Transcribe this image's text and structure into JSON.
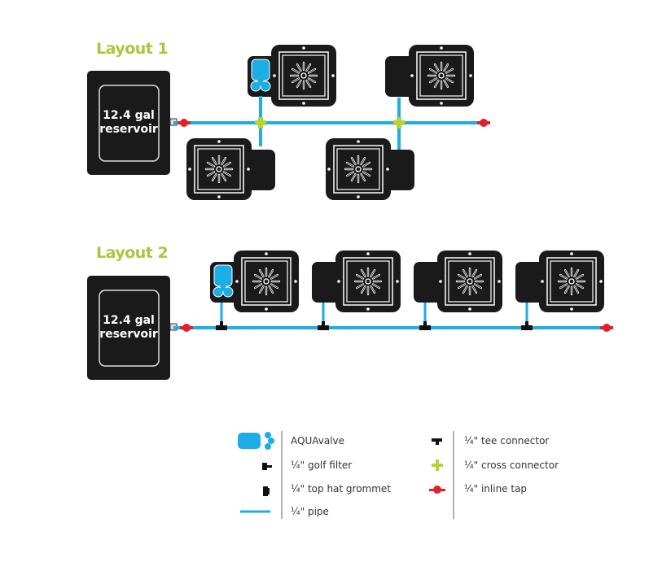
{
  "layouts": [
    {
      "title": "Layout 1",
      "reservoir_label_line1": "12.4 gal",
      "reservoir_label_line2": "reservoir",
      "pot_count": 4,
      "connector": "cross"
    },
    {
      "title": "Layout 2",
      "reservoir_label_line1": "12.4 gal",
      "reservoir_label_line2": "reservoir",
      "pot_count": 4,
      "connector": "tee"
    }
  ],
  "legend": {
    "left": [
      {
        "icon": "aquavalve-icon",
        "label": "AQUAvalve"
      },
      {
        "icon": "golf-filter-icon",
        "label": "¼\" golf filter"
      },
      {
        "icon": "top-hat-grommet-icon",
        "label": "¼\" top hat grommet"
      },
      {
        "icon": "pipe-icon",
        "label": "¼\" pipe"
      }
    ],
    "right": [
      {
        "icon": "tee-connector-icon",
        "label": "¼\" tee connector"
      },
      {
        "icon": "cross-connector-icon",
        "label": "¼\" cross connector"
      },
      {
        "icon": "inline-tap-icon",
        "label": "¼\" inline tap"
      }
    ]
  },
  "colors": {
    "pipe": "#1eaee6",
    "cross": "#b5d334",
    "tap": "#e0202a",
    "pot": "#1a1a1a",
    "title": "#a8c83a",
    "valve": "#1eaee6"
  }
}
